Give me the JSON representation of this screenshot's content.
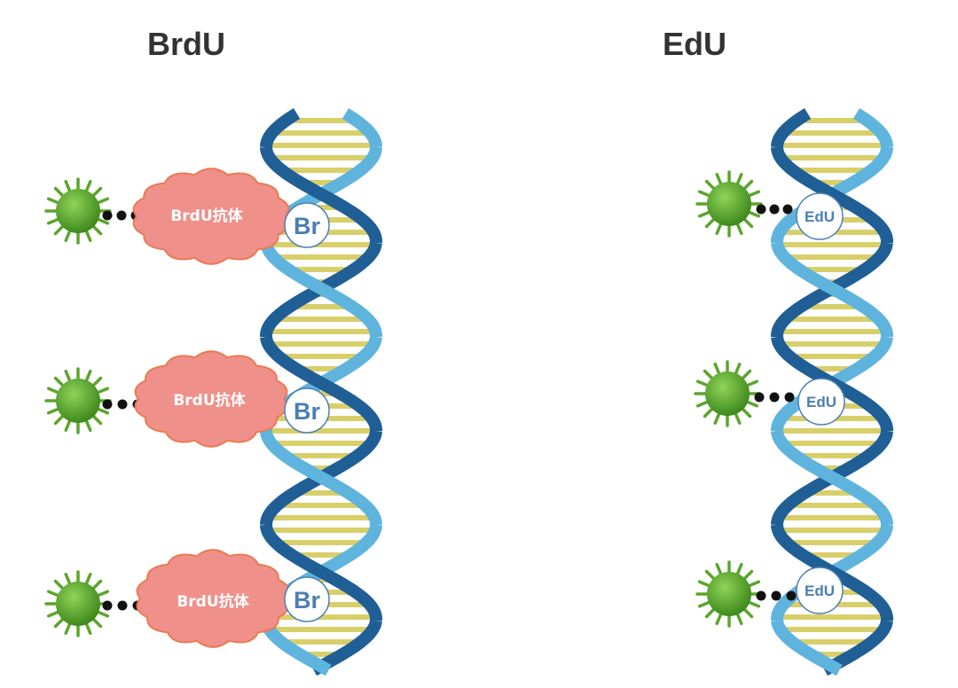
{
  "panels": [
    {
      "title": "BrdU",
      "antibody_label": "BrdU抗体",
      "tag_label": "Br"
    },
    {
      "title": "EdU",
      "tag_label": "EdU"
    }
  ],
  "colors": {
    "strand_dark": "#1f5f96",
    "strand_light": "#5fb4de",
    "base_pair": "#d9cf6a",
    "cloud_fill": "#f0908a",
    "cloud_stroke": "#ea7a52",
    "dye": "#5aa52c",
    "tag_stroke": "#4a7fb5",
    "linker": "#111111"
  }
}
